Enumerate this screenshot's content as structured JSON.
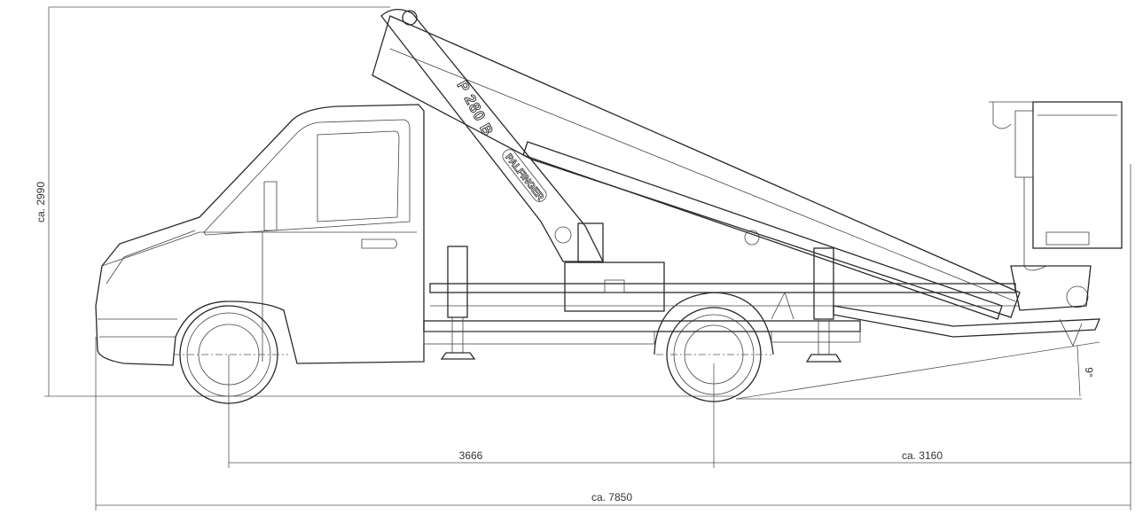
{
  "drawing": {
    "model_label": "P 280 B",
    "brand_label": "PALFINGER",
    "dimensions": {
      "height": "ca. 2990",
      "wheelbase": "3666",
      "rear_overhang": "ca. 3160",
      "total_length": "ca. 7850",
      "angle": "9°"
    }
  }
}
